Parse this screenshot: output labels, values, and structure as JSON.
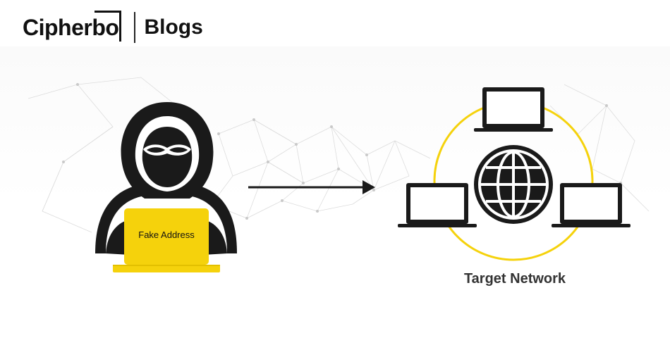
{
  "header": {
    "brand": "Cipherbo",
    "section": "Blogs"
  },
  "diagram": {
    "attacker_label": "Fake Address",
    "target_label": "Target Network"
  },
  "colors": {
    "accent": "#f5d20c",
    "dark": "#1a1a1a"
  },
  "icons": [
    "hooded-hacker-icon",
    "laptop-icon",
    "arrow-right-icon",
    "globe-icon"
  ]
}
